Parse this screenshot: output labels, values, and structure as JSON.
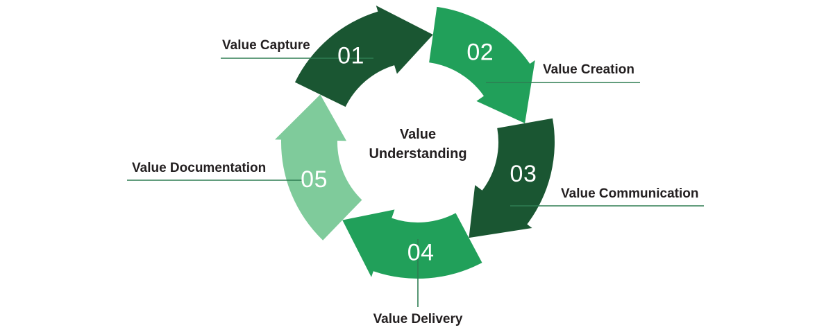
{
  "diagram": {
    "title_center_line1": "Value",
    "title_center_line2": "Understanding",
    "colors": {
      "dark_green": "#1a5632",
      "medium_green": "#21a05a",
      "light_green": "#7fcb9b",
      "leader_line": "#2e7d52",
      "text": "#231f20",
      "background": "#ffffff"
    }
  },
  "steps": [
    {
      "number": "01",
      "label": "Value Creation",
      "color": "#1a5632",
      "label_position": "right-top"
    },
    {
      "number": "02",
      "label": "Value Communication",
      "color": "#21a05a",
      "label_position": "right-bottom"
    },
    {
      "number": "03",
      "label": "Value Delivery",
      "color": "#1a5632",
      "label_position": "bottom"
    },
    {
      "number": "04",
      "label": "Value Documentation",
      "color": "#21a05a",
      "label_position": "left-bottom"
    },
    {
      "number": "05",
      "label": "Value Capture",
      "color": "#7fcb9b",
      "label_position": "left-top"
    }
  ]
}
